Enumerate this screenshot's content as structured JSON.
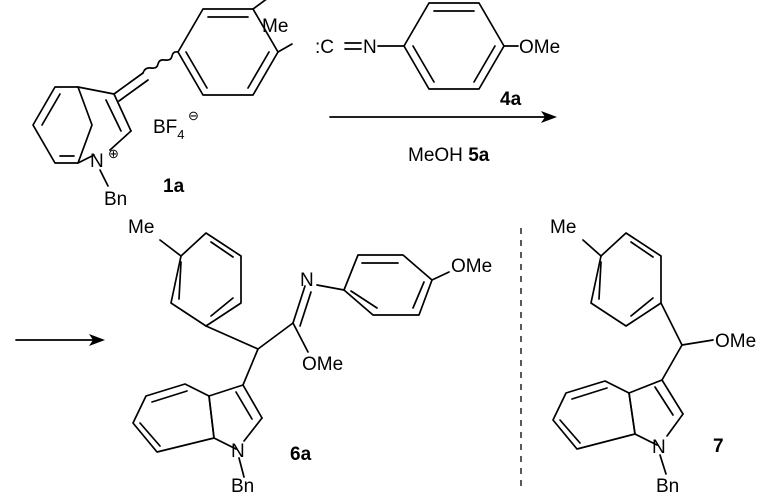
{
  "reactant_1a": {
    "methyl": "Me",
    "counterion": "BF",
    "counterion_sub": "4",
    "minus": "⊖",
    "nitrogen": "N",
    "plus": "⊕",
    "benzyl": "Bn",
    "compound_label": "1a"
  },
  "reagent_4a": {
    "isocyanide": ":C",
    "nitrogen": "N",
    "methoxy": "OMe",
    "compound_label": "4a"
  },
  "conditions": {
    "solvent": "MeOH",
    "solvent_label": "5a"
  },
  "product_6a": {
    "methyl": "Me",
    "imine_n": "N",
    "aryl_methoxy": "OMe",
    "ester_methoxy": "OMe",
    "indole_n": "N",
    "benzyl": "Bn",
    "compound_label": "6a"
  },
  "product_7": {
    "methyl": "Me",
    "methoxy": "OMe",
    "indole_n": "N",
    "benzyl": "Bn",
    "compound_label": "7"
  }
}
